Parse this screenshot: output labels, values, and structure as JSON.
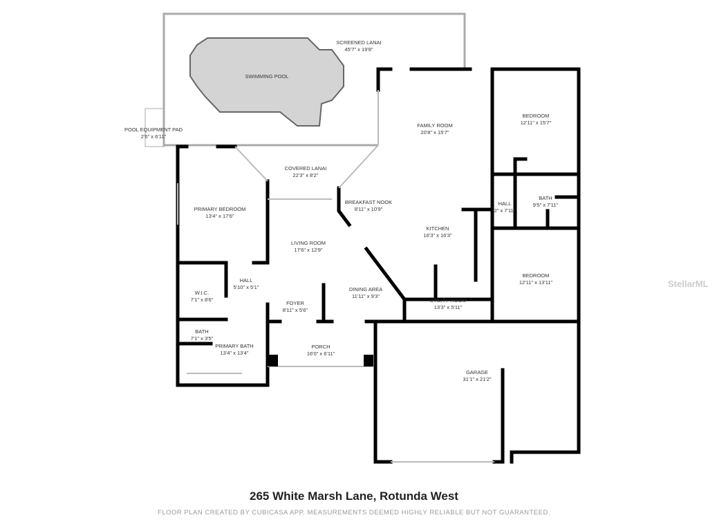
{
  "rooms": [
    {
      "id": "screened-lanai",
      "name": "SCREENED LANAI",
      "dims": "45'7\" x 19'8\""
    },
    {
      "id": "swimming-pool",
      "name": "SWIMMING POOL",
      "dims": ""
    },
    {
      "id": "pool-equipment-pad",
      "name": "POOL EQUIPMENT PAD",
      "dims": "2'6\" x 6'11\""
    },
    {
      "id": "covered-lanai",
      "name": "COVERED LANAI",
      "dims": "22'3\" x 8'2\""
    },
    {
      "id": "family-room",
      "name": "FAMILY ROOM",
      "dims": "20'8\" x 15'7\""
    },
    {
      "id": "bedroom-1",
      "name": "BEDROOM",
      "dims": "12'11\" x 15'7\""
    },
    {
      "id": "primary-bedroom",
      "name": "PRIMARY BEDROOM",
      "dims": "13'4\" x 17'6\""
    },
    {
      "id": "breakfast-nook",
      "name": "BREAKFAST NOOK",
      "dims": "8'11\" x 10'9\""
    },
    {
      "id": "hall-east",
      "name": "HALL",
      "dims": "2\" x 7'11\""
    },
    {
      "id": "bath-east",
      "name": "BATH",
      "dims": "9'5\" x 7'11\""
    },
    {
      "id": "living-room",
      "name": "LIVING ROOM",
      "dims": "17'6\" x 12'9\""
    },
    {
      "id": "kitchen",
      "name": "KITCHEN",
      "dims": "16'3\" x 16'3\""
    },
    {
      "id": "hall-west",
      "name": "HALL",
      "dims": "5'10\" x 5'1\""
    },
    {
      "id": "bedroom-2",
      "name": "BEDROOM",
      "dims": "12'11\" x 13'11\""
    },
    {
      "id": "wic",
      "name": "W.I.C.",
      "dims": "7'1\" x 8'6\""
    },
    {
      "id": "dining-area",
      "name": "DINING AREA",
      "dims": "11'11\" x 9'3\""
    },
    {
      "id": "foyer",
      "name": "FOYER",
      "dims": "8'11\" x 5'6\""
    },
    {
      "id": "utility-room",
      "name": "UTILITY ROOM",
      "dims": "13'3\" x 5'11\""
    },
    {
      "id": "bath-west",
      "name": "BATH",
      "dims": "7'1\" x 3'5\""
    },
    {
      "id": "primary-bath",
      "name": "PRIMARY BATH",
      "dims": "13'4\" x 13'4\""
    },
    {
      "id": "porch",
      "name": "PORCH",
      "dims": "16'0\" x 6'11\""
    },
    {
      "id": "garage",
      "name": "GARAGE",
      "dims": "31'1\" x 21'2\""
    }
  ],
  "title": "265 White Marsh Lane, Rotunda West",
  "footnote": "FLOOR PLAN CREATED BY CUBICASA APP. MEASUREMENTS DEEMED HIGHLY RELIABLE BUT NOT GUARANTEED.",
  "watermark": "StellarMLS",
  "colors": {
    "wall": "#000000",
    "pool": "#d4d4d4",
    "text": "#333333"
  }
}
